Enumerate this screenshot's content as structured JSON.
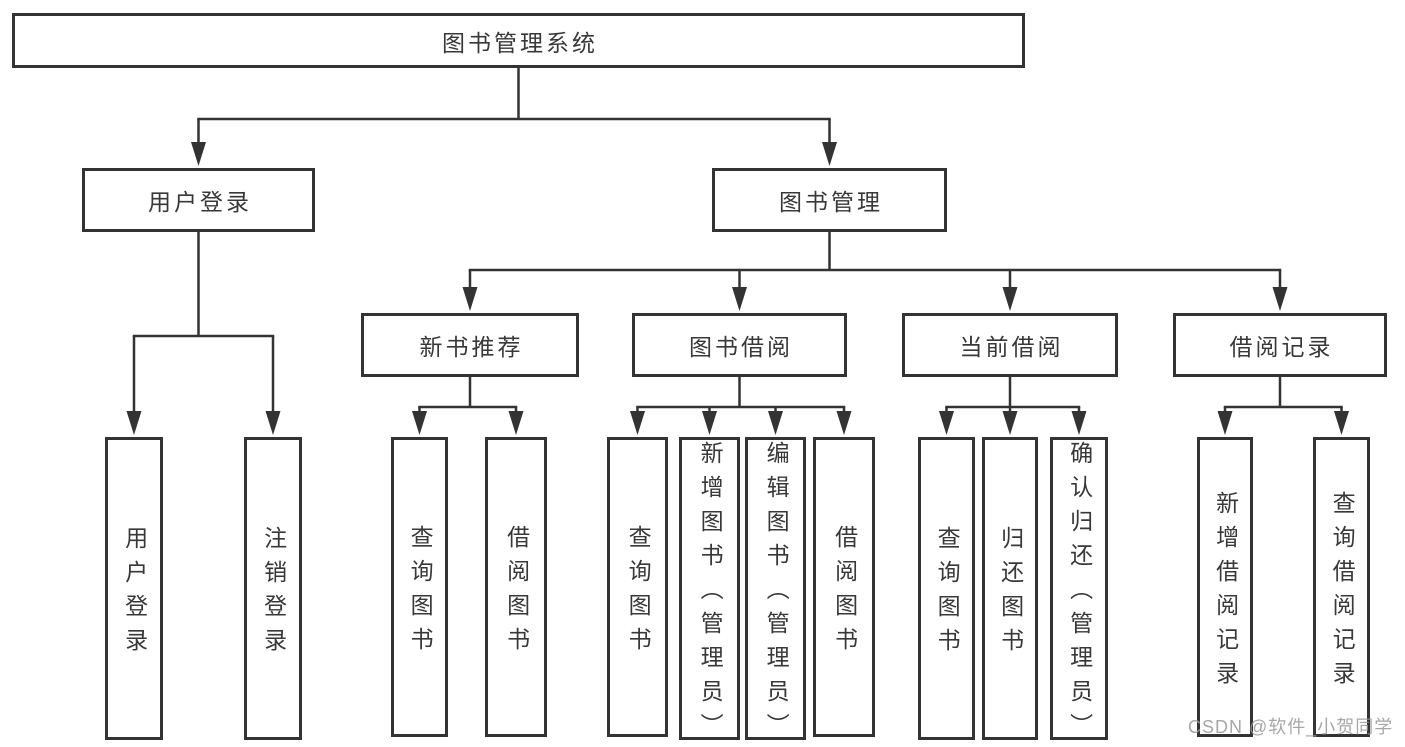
{
  "diagram": {
    "title": "图书管理系统",
    "colors": {
      "line": "#333333",
      "box_border": "#333333",
      "box_background": "#ffffff",
      "text": "#383838",
      "page_background": "#ffffff",
      "watermark_gray": "#9b9b9b"
    },
    "nodes": [
      {
        "id": "root",
        "label": "图书管理系统",
        "parent": null
      },
      {
        "id": "user-login",
        "label": "用户登录",
        "parent": "root"
      },
      {
        "id": "book-mgmt",
        "label": "图书管理",
        "parent": "root"
      },
      {
        "id": "leaf-user-login",
        "label": "用户登录",
        "parent": "user-login"
      },
      {
        "id": "leaf-logout",
        "label": "注销登录",
        "parent": "user-login"
      },
      {
        "id": "new-book-rec",
        "label": "新书推荐",
        "parent": "book-mgmt"
      },
      {
        "id": "book-borrow",
        "label": "图书借阅",
        "parent": "book-mgmt"
      },
      {
        "id": "current-borrow",
        "label": "当前借阅",
        "parent": "book-mgmt"
      },
      {
        "id": "borrow-records",
        "label": "借阅记录",
        "parent": "book-mgmt"
      },
      {
        "id": "leaf-query-books-1",
        "label": "查询图书",
        "parent": "new-book-rec"
      },
      {
        "id": "leaf-borrow-books-1",
        "label": "借阅图书",
        "parent": "new-book-rec"
      },
      {
        "id": "leaf-query-books-2",
        "label": "查询图书",
        "parent": "book-borrow"
      },
      {
        "id": "leaf-add-books",
        "label": "新增图书（管理员）",
        "parent": "book-borrow"
      },
      {
        "id": "leaf-edit-books",
        "label": "编辑图书（管理员）",
        "parent": "book-borrow"
      },
      {
        "id": "leaf-borrow-books-2",
        "label": "借阅图书",
        "parent": "book-borrow"
      },
      {
        "id": "leaf-query-books-3",
        "label": "查询图书",
        "parent": "current-borrow"
      },
      {
        "id": "leaf-return-books",
        "label": "归还图书",
        "parent": "current-borrow"
      },
      {
        "id": "leaf-confirm-return",
        "label": "确认归还（管理员）",
        "parent": "current-borrow"
      },
      {
        "id": "leaf-add-borrow-record",
        "label": "新增借阅记录",
        "parent": "borrow-records"
      },
      {
        "id": "leaf-query-borrow-record",
        "label": "查询借阅记录",
        "parent": "borrow-records"
      }
    ]
  },
  "watermark": {
    "text": "CSDN @软件_小贺同学"
  }
}
